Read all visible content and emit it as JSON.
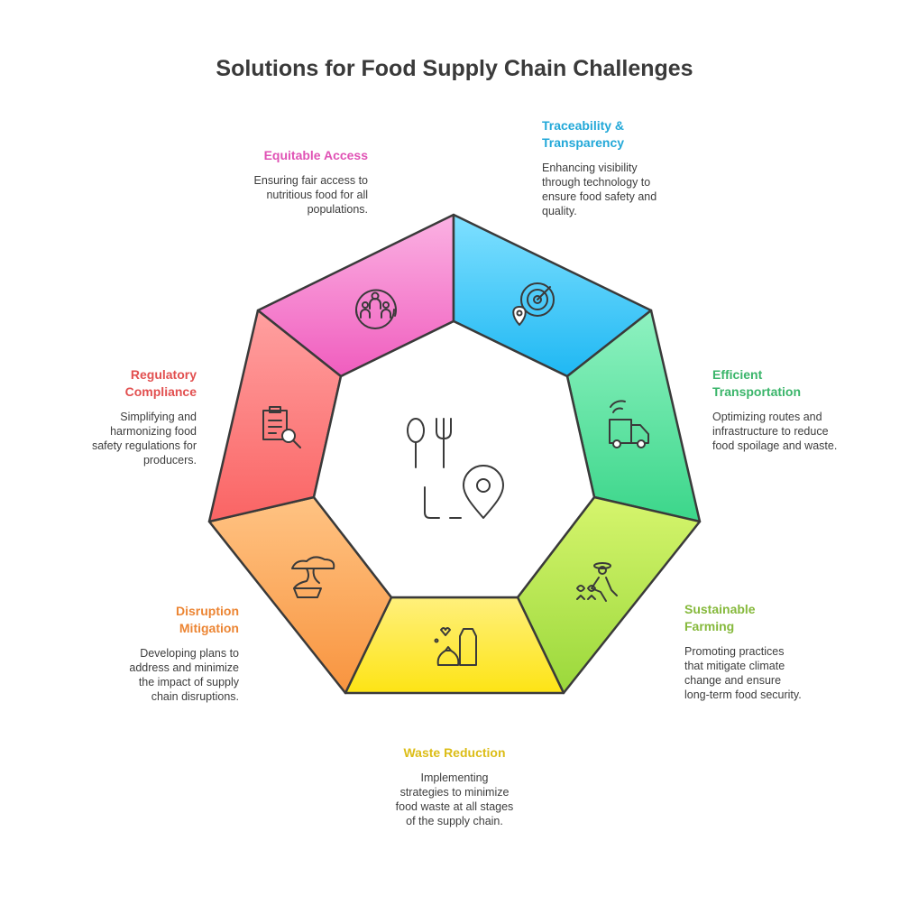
{
  "title": "Solutions for Food Supply Chain Challenges",
  "center_icon": [
    "fork-icon",
    "spoon-icon",
    "location-pin-icon"
  ],
  "segments": [
    {
      "key": "equitable",
      "title": "Equitable Access",
      "description": "Ensuring fair access to nutritious food for all populations.",
      "color": "#e85fb8",
      "icon": "community-icon"
    },
    {
      "key": "traceability",
      "title": "Traceability & Transparency",
      "description": "Enhancing visibility through technology to ensure food safety and quality.",
      "color": "#2bb3e0",
      "icon": "radar-pin-icon"
    },
    {
      "key": "transport",
      "title": "Efficient Transportation",
      "description": "Optimizing routes and infrastructure to reduce food spoilage and waste.",
      "color": "#3fbf6b",
      "icon": "delivery-truck-icon"
    },
    {
      "key": "farming",
      "title": "Sustainable Farming",
      "description": "Promoting practices that mitigate climate change and ensure long-term food security.",
      "color": "#8cc63f",
      "icon": "farmer-icon"
    },
    {
      "key": "waste",
      "title": "Waste Reduction",
      "description": "Implementing strategies to minimize food waste at all stages of the supply chain.",
      "color": "#e8c51a",
      "icon": "bag-and-cup-icon"
    },
    {
      "key": "disruption",
      "title": "Disruption Mitigation",
      "description": "Developing plans to address and minimize the impact of supply chain disruptions.",
      "color": "#ef8a35",
      "icon": "bonsai-icon"
    },
    {
      "key": "regulatory",
      "title": "Regulatory Compliance",
      "description": "Simplifying and harmonizing food safety regulations for producers.",
      "color": "#e85555",
      "icon": "clipboard-search-icon"
    }
  ]
}
